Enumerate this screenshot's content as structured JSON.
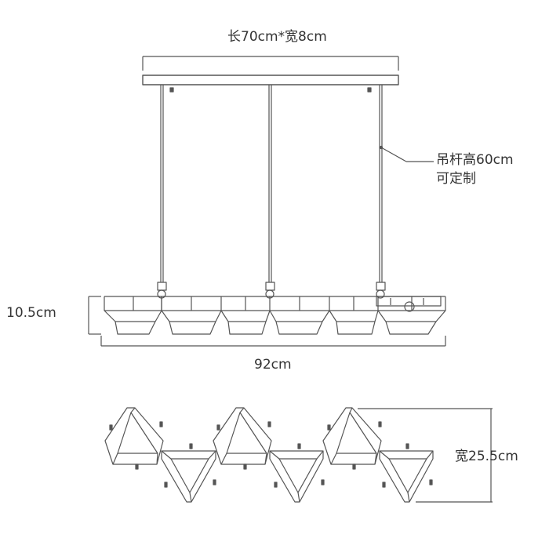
{
  "labels": {
    "canopy_size": "长70cm*宽8cm",
    "rod_height_line1": "吊杆高60cm",
    "rod_height_line2": "可定制",
    "shade_height": "10.5cm",
    "total_length": "92cm",
    "depth": "宽25.5cm"
  },
  "colors": {
    "line": "#555555",
    "text": "#333333",
    "background": "#ffffff"
  }
}
